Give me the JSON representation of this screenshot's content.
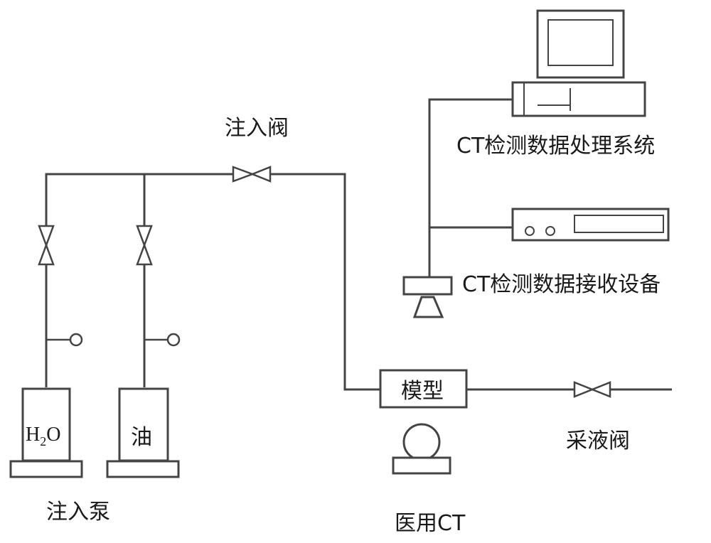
{
  "labels": {
    "injection_valve": "注入阀",
    "ct_processing_system": "CT检测数据处理系统",
    "ct_receiving_device": "CT检测数据接收设备",
    "model": "模型",
    "sampling_valve": "采液阀",
    "medical_ct": "医用CT",
    "injection_pump": "注入泵",
    "h2o_tank": {
      "main": "H",
      "sub": "2",
      "tail": "O"
    },
    "oil_tank": "油"
  },
  "colors": {
    "line": "#444444",
    "text": "#1a1a1a",
    "background": "#ffffff"
  },
  "icons": [
    "gate-valve-icon",
    "pressure-gauge-icon",
    "computer-monitor-icon",
    "ct-detector-icon",
    "ct-scanner-icon"
  ]
}
